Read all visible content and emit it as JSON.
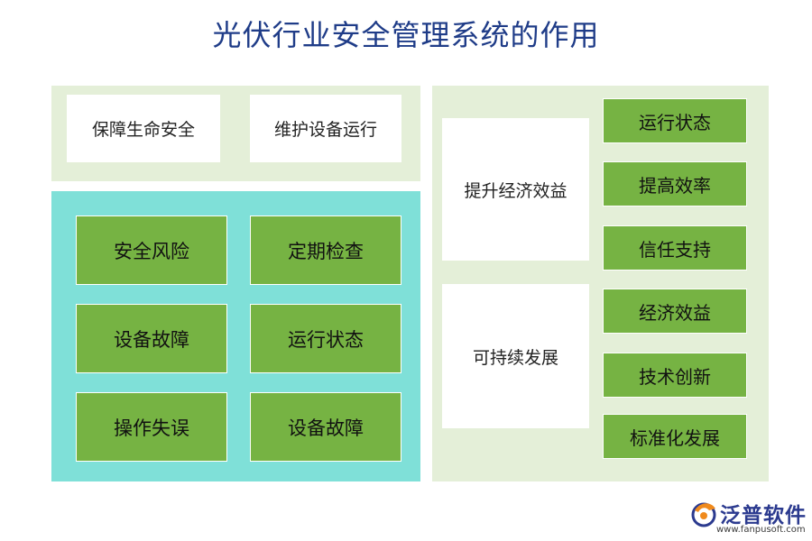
{
  "title": "光伏行业安全管理系统的作用",
  "top_panel": {
    "items": [
      "保障生命安全",
      "维护设备运行"
    ]
  },
  "risk_panel": {
    "items": [
      "安全风险",
      "定期检查",
      "设备故障",
      "运行状态",
      "操作失误",
      "设备故障"
    ]
  },
  "right_panel": {
    "groups": [
      {
        "label": "提升经济效益",
        "items": [
          "运行状态",
          "提高效率",
          "信任支持"
        ]
      },
      {
        "label": "可持续发展",
        "items": [
          "经济效益",
          "技术创新",
          "标准化发展"
        ]
      }
    ]
  },
  "colors": {
    "title": "#1f3c88",
    "green_box": "#76b343",
    "light_panel": "#e4efd8",
    "cyan_panel": "#7fe0d8",
    "logo_orange": "#f08a1c",
    "logo_blue": "#2b3a8f"
  },
  "logo": {
    "name": "泛普软件",
    "url": "www.fanpusoft.com",
    "icon": "fanpu-logo-icon"
  }
}
